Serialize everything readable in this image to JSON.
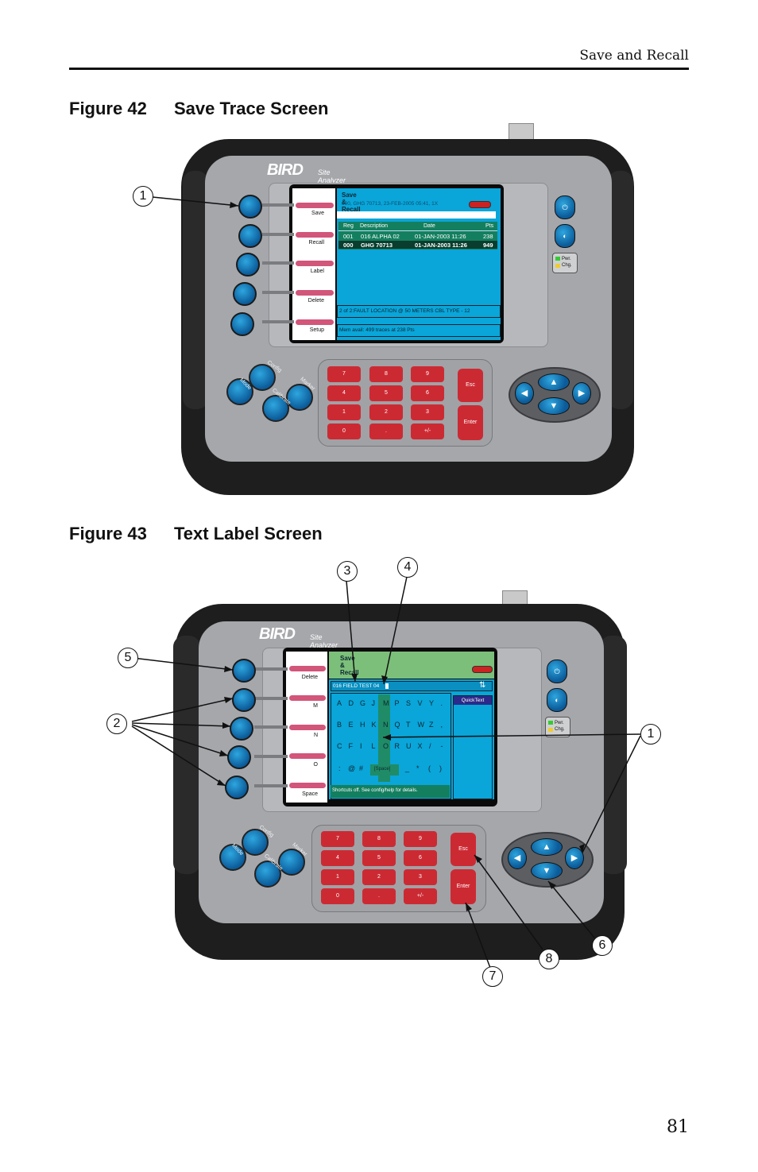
{
  "header": {
    "section_title": "Save and Recall"
  },
  "page_number": "81",
  "figure42": {
    "number": "Figure 42",
    "title": "Save Trace Screen",
    "logo": "BIRD",
    "product": "Site Analyzer",
    "softkeys": [
      "Save",
      "Recall",
      "Label",
      "Delete",
      "Setup"
    ],
    "screen": {
      "title": "Save & Recall",
      "subtitle": "000, GHG 70713, 23-FEB-2005 05:41, 1X",
      "columns": [
        "Reg",
        "Description",
        "Date",
        "Pts"
      ],
      "rows": [
        [
          "001",
          "016 ALPHA 02",
          "01-JAN-2003 11:26",
          "238"
        ],
        [
          "000",
          "GHG 70713",
          "01-JAN-2003 11:26",
          "949"
        ]
      ],
      "info": "2 of 2:FAULT LOCATION @ 50 METERS CBL TYPE - 12",
      "memory": "Mem avail: 499 traces at 238 Pts"
    },
    "callouts": [
      "1"
    ]
  },
  "figure43": {
    "number": "Figure 43",
    "title": "Text Label Screen",
    "logo": "BIRD",
    "product": "Site Analyzer",
    "softkeys": [
      "Delete",
      "M",
      "N",
      "O",
      "Space"
    ],
    "screen": {
      "title": "Save & Recall",
      "label_text": "016 FIELD TEST 04",
      "keyboard_rows": [
        [
          "A",
          "D",
          "G",
          "J",
          "M",
          "P",
          "S",
          "V",
          "Y",
          "."
        ],
        [
          "B",
          "E",
          "H",
          "K",
          "N",
          "Q",
          "T",
          "W",
          "Z",
          ","
        ],
        [
          "C",
          "F",
          "I",
          "L",
          "O",
          "R",
          "U",
          "X",
          "/",
          "-"
        ],
        [
          ":",
          "@",
          "#",
          "[Space]",
          "_",
          "*",
          "(",
          ")"
        ]
      ],
      "quicktext": "QuickText",
      "hint": "Shortcuts off. See config/help for details."
    },
    "callouts": [
      "1",
      "2",
      "3",
      "4",
      "5",
      "6",
      "7",
      "8"
    ]
  },
  "keypad": {
    "keys": [
      "7",
      "8",
      "9",
      "4",
      "5",
      "6",
      "1",
      "2",
      "3",
      "0",
      ".",
      "+/-"
    ],
    "esc": "Esc",
    "enter": "Enter"
  },
  "mode_buttons": [
    "Config",
    "Mode",
    "Marker",
    "Calibrate"
  ],
  "side_buttons": {
    "power_label": "Pwr. Chg."
  }
}
